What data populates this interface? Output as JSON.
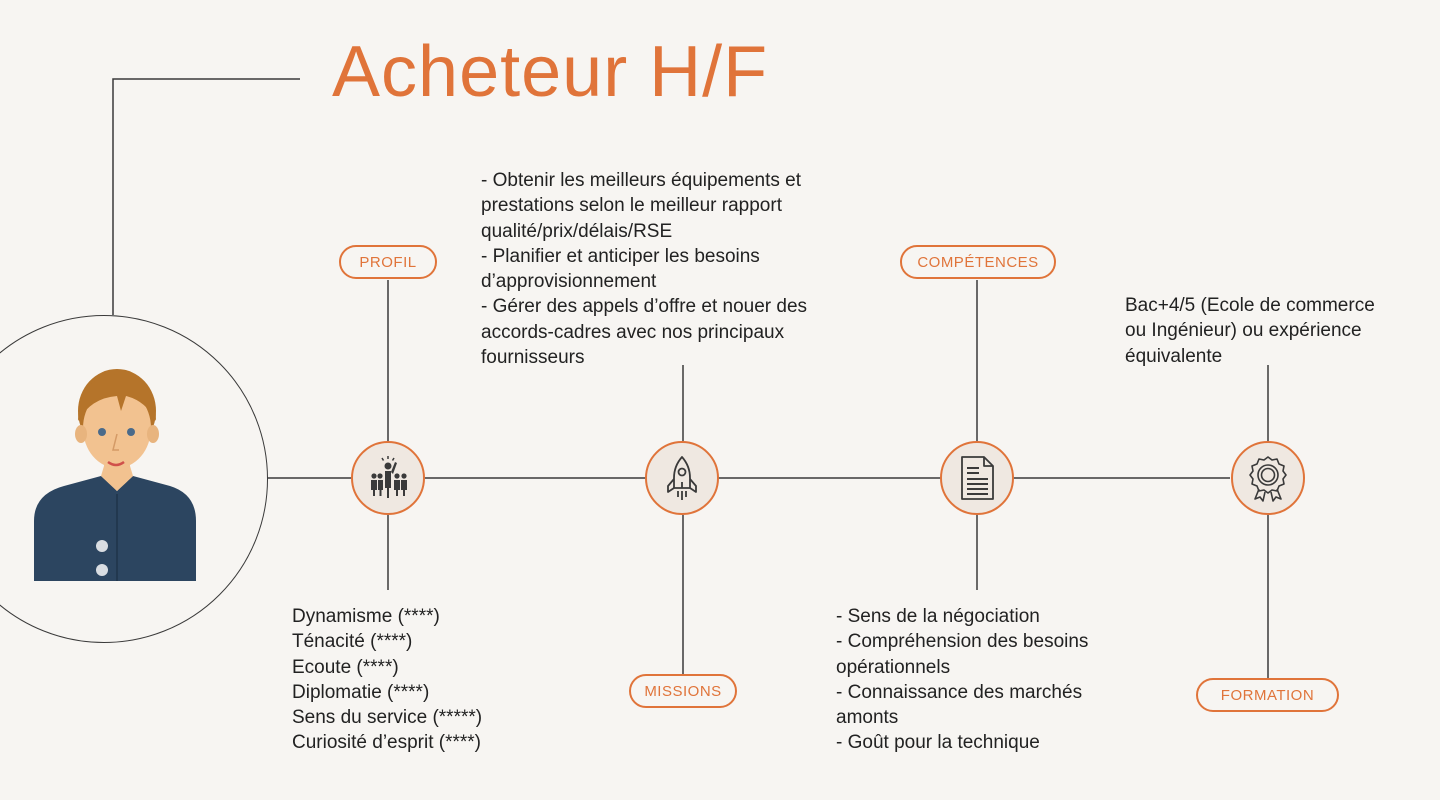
{
  "title": "Acheteur H/F",
  "colors": {
    "accent": "#e0743a",
    "line": "#3a3a3a",
    "node_fill": "#efe8e1",
    "background": "#f7f5f2"
  },
  "nodes": [
    {
      "id": "profil",
      "label": "PROFIL",
      "icon": "team-leader-icon"
    },
    {
      "id": "missions",
      "label": "MISSIONS",
      "icon": "rocket-icon"
    },
    {
      "id": "competences",
      "label": "COMPÉTENCES",
      "icon": "document-icon"
    },
    {
      "id": "formation",
      "label": "FORMATION",
      "icon": "award-badge-icon"
    }
  ],
  "profil": {
    "items": [
      "Dynamisme (****)",
      "Ténacité (****)",
      "Ecoute (****)",
      "Diplomatie (****)",
      "Sens du service (*****)",
      "Curiosité d’esprit (****)"
    ]
  },
  "missions": {
    "lines": [
      "- Obtenir les meilleurs équipements et",
      "prestations selon le meilleur rapport",
      "qualité/prix/délais/RSE",
      "- Planifier et anticiper les besoins",
      "d’approvisionnement",
      "- Gérer des appels d’offre et nouer des",
      "accords-cadres avec nos principaux",
      "fournisseurs"
    ]
  },
  "competences": {
    "lines": [
      "- Sens de la négociation",
      "- Compréhension des besoins",
      "opérationnels",
      "- Connaissance des marchés",
      "amonts",
      "- Goût pour la technique"
    ]
  },
  "formation": {
    "lines": [
      "Bac+4/5 (Ecole de commerce",
      "ou Ingénieur) ou expérience",
      "équivalente"
    ]
  }
}
